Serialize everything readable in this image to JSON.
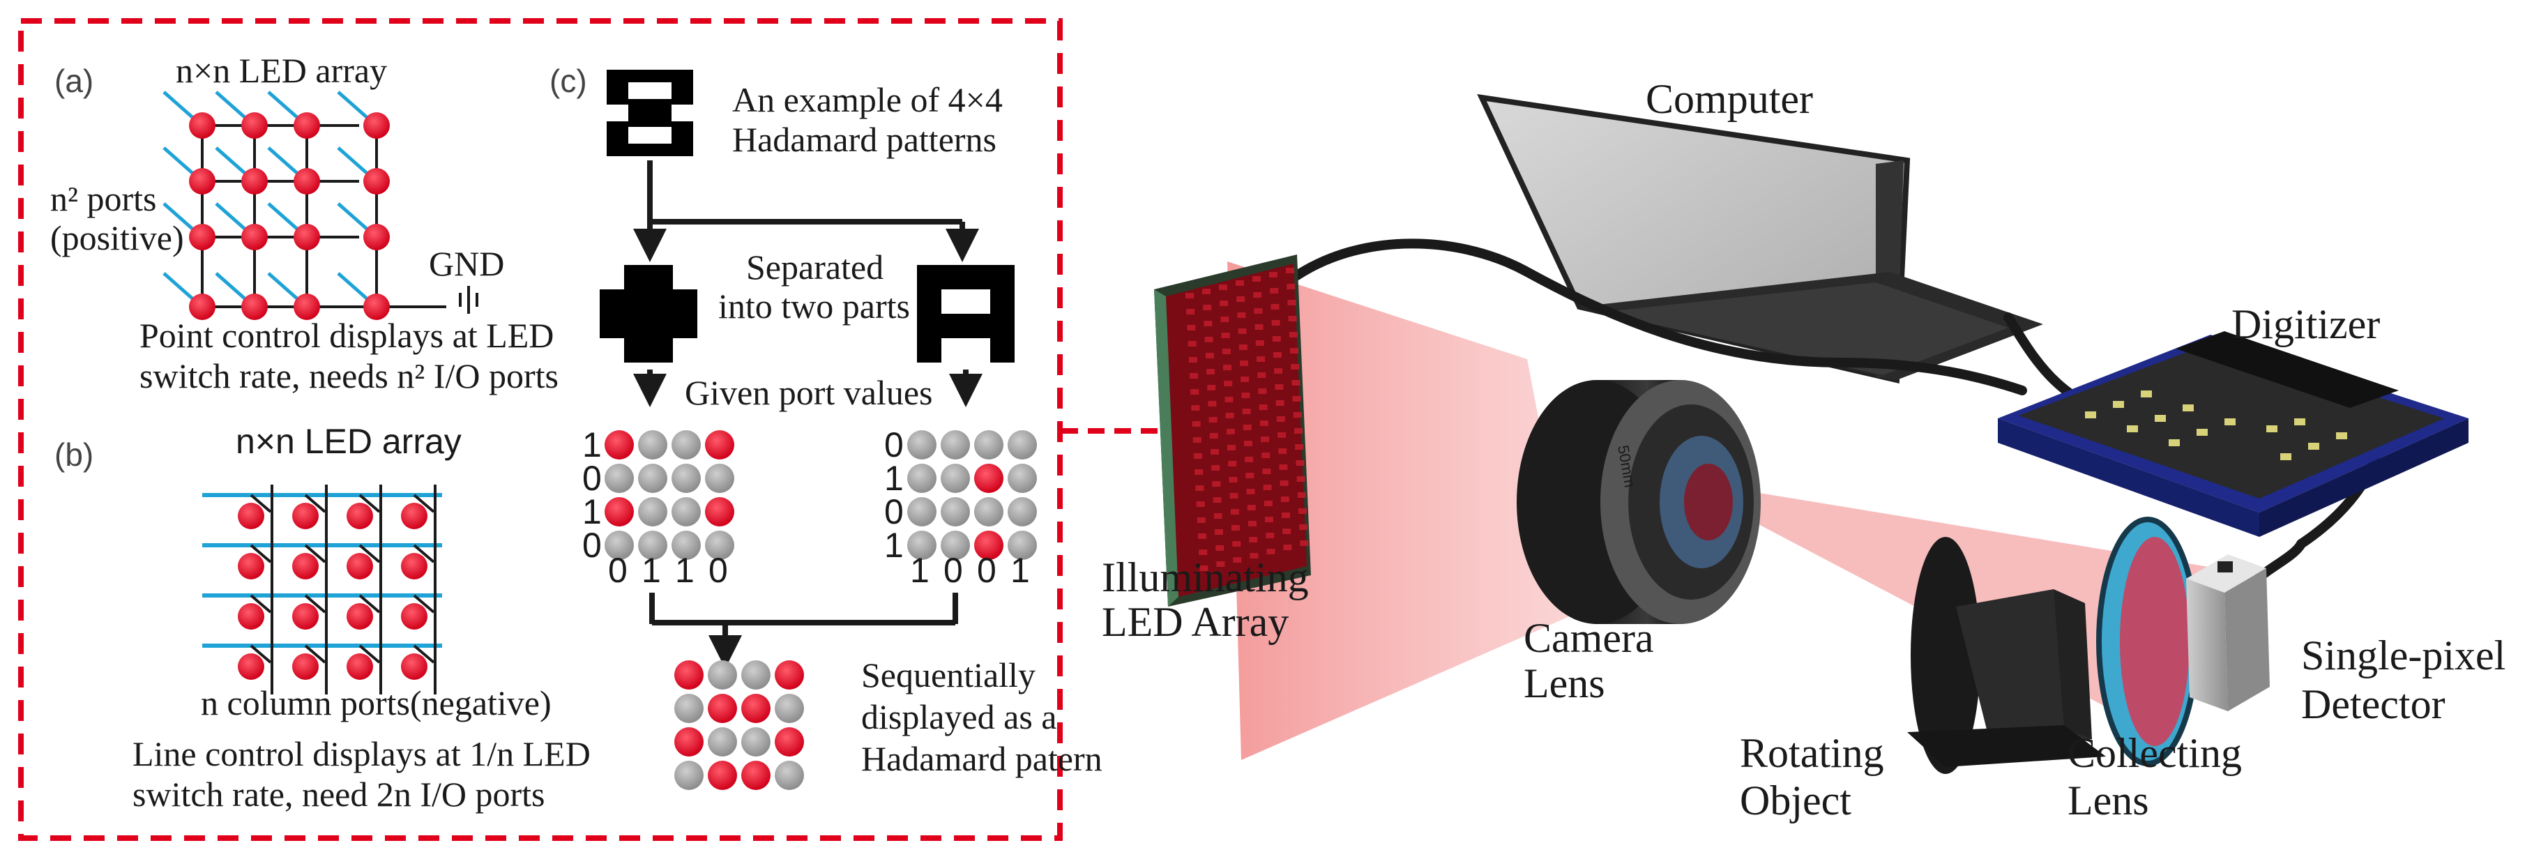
{
  "panel_a": {
    "tag": "(a)",
    "title": "n×n LED array",
    "ports_line1": "n² ports",
    "ports_line2": "(positive)",
    "gnd": "GND",
    "caption_line1": "Point control displays at LED",
    "caption_line2": "switch rate, needs n² I/O ports"
  },
  "panel_b": {
    "tag": "(b)",
    "title": "n×n LED array",
    "column_ports": "n column ports(negative)",
    "caption_line1": "Line control displays at 1/n LED",
    "caption_line2": "switch rate, need 2n I/O ports"
  },
  "panel_c": {
    "tag": "(c)",
    "example_line1": "An example of 4×4",
    "example_line2": "Hadamard patterns",
    "separated_line1": "Separated",
    "separated_line2": "into two parts",
    "given": "Given port values",
    "left_rows": [
      "1",
      "0",
      "1",
      "0"
    ],
    "left_cols": [
      "0",
      "1",
      "1",
      "0"
    ],
    "right_rows": [
      "0",
      "1",
      "0",
      "1"
    ],
    "right_cols": [
      "1",
      "0",
      "0",
      "1"
    ],
    "seq_line1": "Sequentially",
    "seq_line2": "displayed as a",
    "seq_line3": "Hadamard patern"
  },
  "setup": {
    "computer": "Computer",
    "digitizer": "Digitizer",
    "led_line1": "Illuminating",
    "led_line2": "LED Array",
    "camera_line1": "Camera",
    "camera_line2": "Lens",
    "rotating_line1": "Rotating",
    "rotating_line2": "Object",
    "collecting_line1": "Collecting",
    "collecting_line2": "Lens",
    "detector_line1": "Single-pixel",
    "detector_line2": "Detector"
  },
  "colors": {
    "led_red": "#e8001c",
    "dashed_border": "#e0001a",
    "wire_blue": "#1fa3d6",
    "led_gray": "#9a9a9a",
    "beam": "#f07a7a"
  }
}
